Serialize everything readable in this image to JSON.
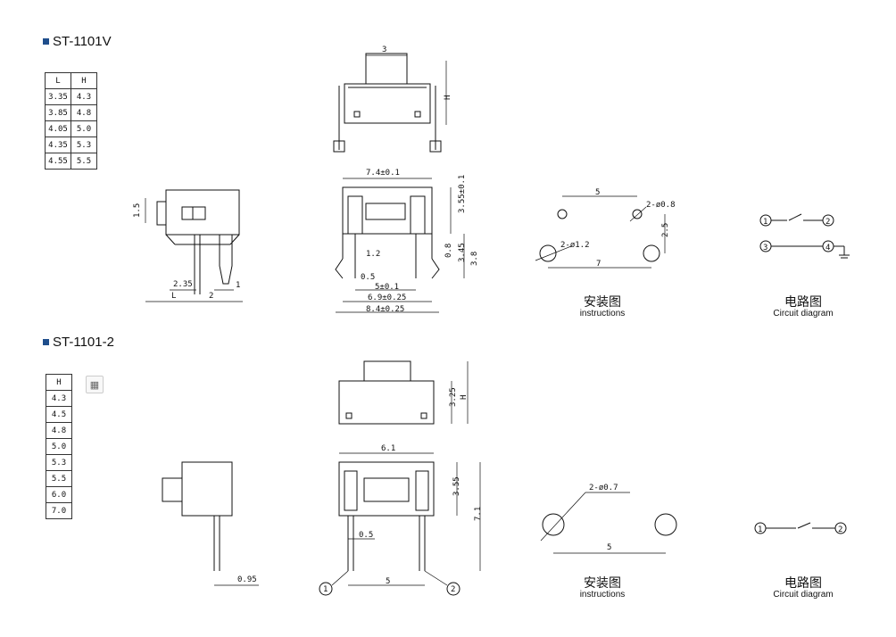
{
  "section1": {
    "title": "ST-1101V",
    "table_headers": [
      "L",
      "H"
    ],
    "table_rows": [
      [
        "3.35",
        "4.3"
      ],
      [
        "3.85",
        "4.8"
      ],
      [
        "4.05",
        "5.0"
      ],
      [
        "4.35",
        "5.3"
      ],
      [
        "4.55",
        "5.5"
      ]
    ],
    "side_dims": {
      "d1": "1.5",
      "d2": "2.35",
      "d3": "L",
      "d4": "2",
      "d5": "1"
    },
    "top_dims": {
      "w": "3",
      "h": "H"
    },
    "front_dims": {
      "a": "7.4±0.1",
      "b": "3.55±0.1",
      "c": "1.2",
      "d": "0.8",
      "e": "3.45",
      "f": "3.8",
      "g": "0.5",
      "h": "5±0.1",
      "i": "6.9±0.25",
      "j": "8.4±0.25"
    },
    "install_dims": {
      "a": "5",
      "b": "2-ø0.8",
      "c": "2.5",
      "d": "2-ø1.2",
      "e": "7"
    },
    "install_caption": "安装图",
    "install_caption_en": "instructions",
    "circuit_pins": [
      "1",
      "2",
      "3",
      "4"
    ],
    "circuit_caption": "电路图",
    "circuit_caption_en": "Circuit diagram"
  },
  "section2": {
    "title": "ST-1101-2",
    "table_header": "H",
    "table_rows": [
      "4.3",
      "4.5",
      "4.8",
      "5.0",
      "5.3",
      "5.5",
      "6.0",
      "7.0"
    ],
    "calc_icon": "calculator-icon",
    "side_dims": {
      "a": "0.95"
    },
    "top_dims": {
      "a": "3.25",
      "b": "H"
    },
    "front_dims": {
      "a": "6.1",
      "b": "3.55",
      "c": "7.1",
      "d": "0.5",
      "e": "5"
    },
    "pins": [
      "1",
      "2"
    ],
    "install_dims": {
      "a": "2-ø0.7",
      "b": "5"
    },
    "install_caption": "安装图",
    "install_caption_en": "instructions",
    "circuit_pins": [
      "1",
      "2"
    ],
    "circuit_caption": "电路图",
    "circuit_caption_en": "Circuit diagram"
  }
}
